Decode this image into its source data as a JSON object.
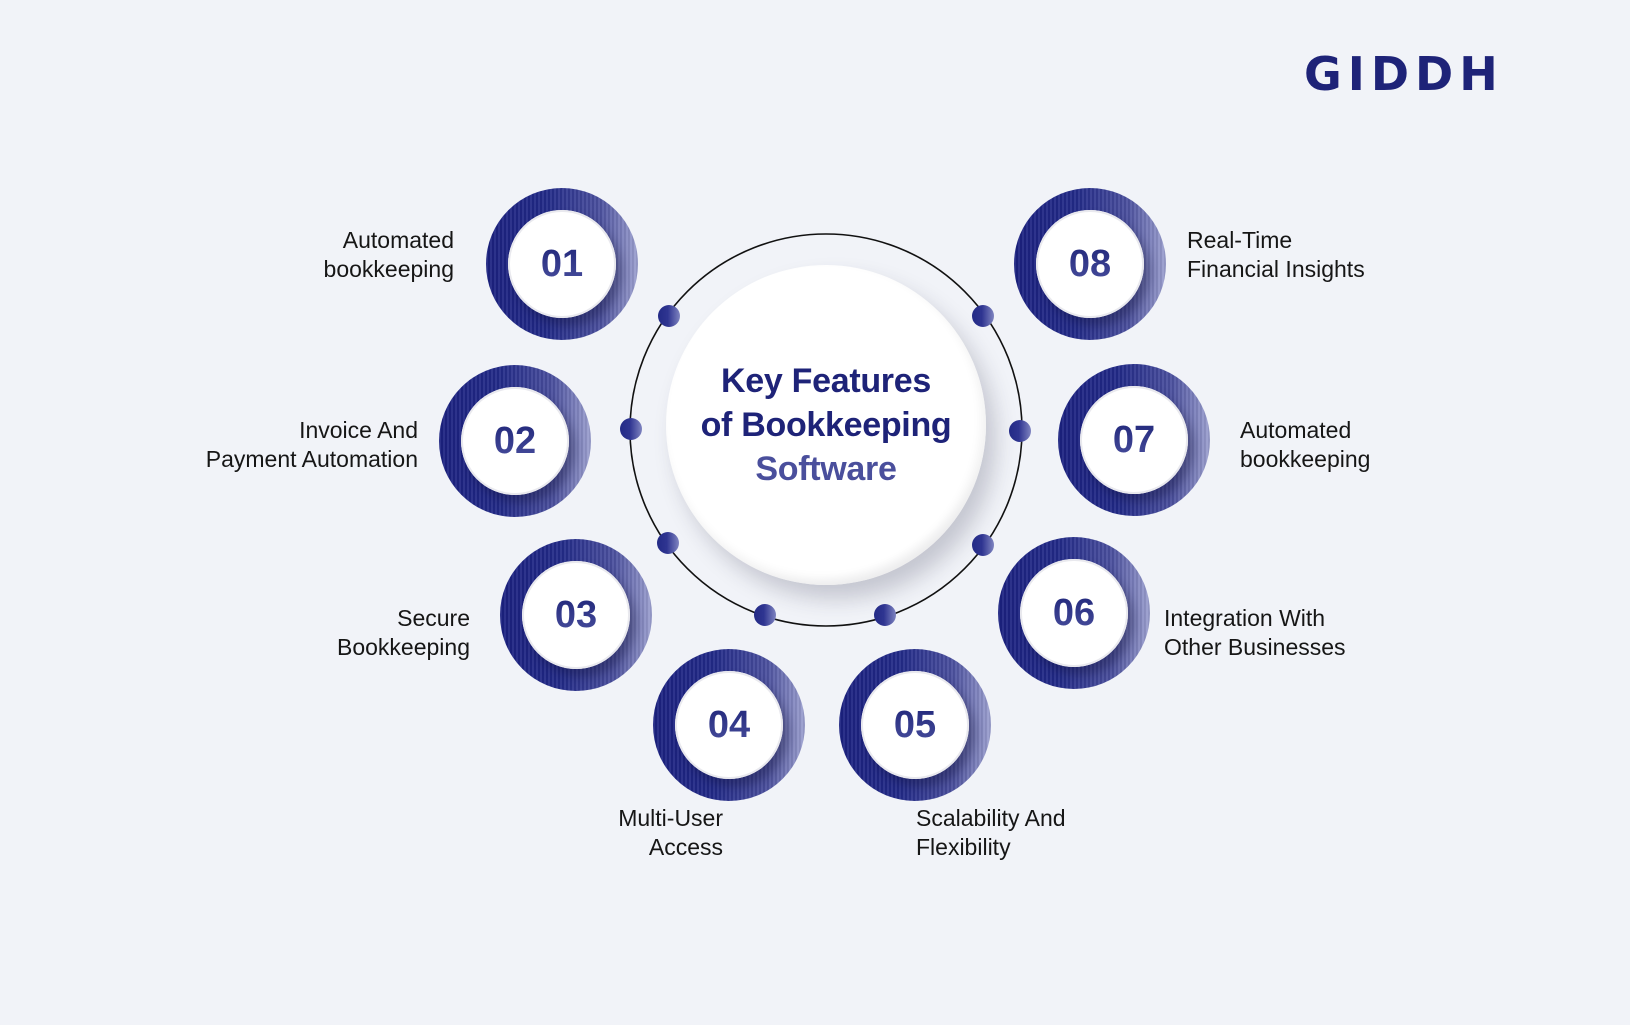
{
  "brand": {
    "logo_text": "GIDDH",
    "primary_color": "#1e2378",
    "background_color": "#f1f3f8"
  },
  "center": {
    "title_line1": "Key Features",
    "title_line2": "of Bookkeeping",
    "title_line3": "Software"
  },
  "features": [
    {
      "number": "01",
      "line1": "Automated",
      "line2": "bookkeeping"
    },
    {
      "number": "02",
      "line1": "Invoice And",
      "line2": "Payment Automation"
    },
    {
      "number": "03",
      "line1": "Secure",
      "line2": "Bookkeeping"
    },
    {
      "number": "04",
      "line1": "Multi-User",
      "line2": "Access"
    },
    {
      "number": "05",
      "line1": "Scalability And",
      "line2": "Flexibility"
    },
    {
      "number": "06",
      "line1": "Integration With",
      "line2": "Other Businesses"
    },
    {
      "number": "07",
      "line1": "Automated",
      "line2": "bookkeeping"
    },
    {
      "number": "08",
      "line1": "Real-Time",
      "line2": "Financial Insights"
    }
  ]
}
